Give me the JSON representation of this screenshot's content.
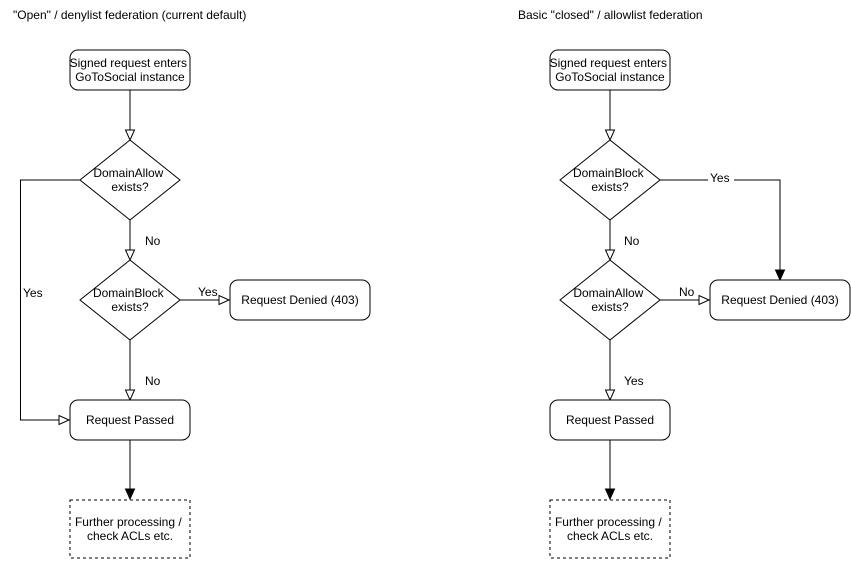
{
  "colors": {
    "background": "#ffffff",
    "stroke": "#000000",
    "text": "#000000"
  },
  "charts": [
    {
      "title": "\"Open\" / denylist federation (current default)",
      "nodes": {
        "start": {
          "line1": "Signed request enters",
          "line2": "GoToSocial instance"
        },
        "decision1": {
          "line1": "DomainAllow",
          "line2": "exists?"
        },
        "decision2": {
          "line1": "DomainBlock",
          "line2": "exists?"
        },
        "denied": {
          "label": "Request Denied (403)"
        },
        "passed": {
          "label": "Request Passed"
        },
        "further": {
          "line1": "Further processing /",
          "line2": "check ACLs etc."
        }
      },
      "labels": {
        "decision1_down": "No",
        "decision1_side": "Yes",
        "decision2_down": "No",
        "decision2_side": "Yes"
      }
    },
    {
      "title": "Basic \"closed\" / allowlist federation",
      "nodes": {
        "start": {
          "line1": "Signed request enters",
          "line2": "GoToSocial instance"
        },
        "decision1": {
          "line1": "DomainBlock",
          "line2": "exists?"
        },
        "decision2": {
          "line1": "DomainAllow",
          "line2": "exists?"
        },
        "denied": {
          "label": "Request Denied (403)"
        },
        "passed": {
          "label": "Request Passed"
        },
        "further": {
          "line1": "Further processing /",
          "line2": "check ACLs etc."
        }
      },
      "labels": {
        "decision1_down": "No",
        "decision1_side": "Yes",
        "decision2_down": "Yes",
        "decision2_side": "No"
      }
    }
  ]
}
